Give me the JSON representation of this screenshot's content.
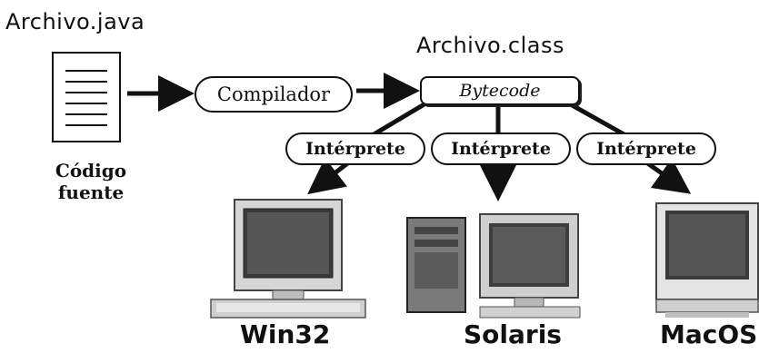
{
  "source_file": "Archivo.java",
  "compiled_file": "Archivo.class",
  "compiler": "Compilador",
  "bytecode": "Bytecode",
  "source_caption": [
    "Código",
    "fuente"
  ],
  "interpreters": [
    "Intérprete",
    "Intérprete",
    "Intérprete"
  ],
  "platforms": [
    "Win32",
    "Solaris",
    "MacOS"
  ]
}
